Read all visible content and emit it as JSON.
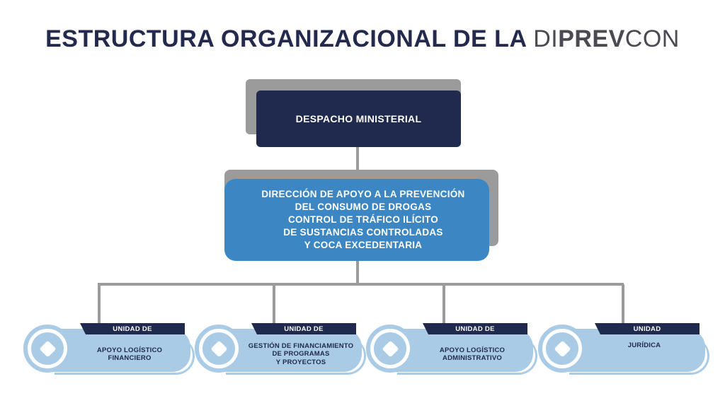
{
  "title": {
    "text": "ESTRUCTURA ORGANIZACIONAL DE LA",
    "brand_di": "DI",
    "brand_prev": "PREV",
    "brand_con": "CON"
  },
  "top_node": {
    "label": "DESPACHO MINISTERIAL"
  },
  "mid_node": {
    "lines": [
      "DIRECCIÓN DE APOYO A LA PREVENCIÓN",
      "DEL CONSUMO DE DROGAS",
      "CONTROL DE TRÁFICO ILÍCITO",
      "DE SUSTANCIAS CONTROLADAS",
      "Y COCA EXCEDENTARIA"
    ]
  },
  "units": [
    {
      "tab": "UNIDAD DE",
      "lines": [
        "APOYO LOGÍSTICO",
        "FINANCIERO"
      ]
    },
    {
      "tab": "UNIDAD DE",
      "lines": [
        "GESTIÓN DE FINANCIAMIENTO",
        "DE PROGRAMAS",
        "Y PROYECTOS"
      ]
    },
    {
      "tab": "UNIDAD DE",
      "lines": [
        "APOYO LOGÍSTICO",
        "ADMINISTRATIVO"
      ]
    },
    {
      "tab": "UNIDAD",
      "lines": [
        "JURÍDICA"
      ]
    }
  ],
  "colors": {
    "navy": "#1f2a4e",
    "blue": "#3c86c3",
    "light_blue": "#a9cbe6",
    "connector_gray": "#9b9b9b"
  },
  "icons": {
    "unit_icon": "diamond-icon"
  }
}
